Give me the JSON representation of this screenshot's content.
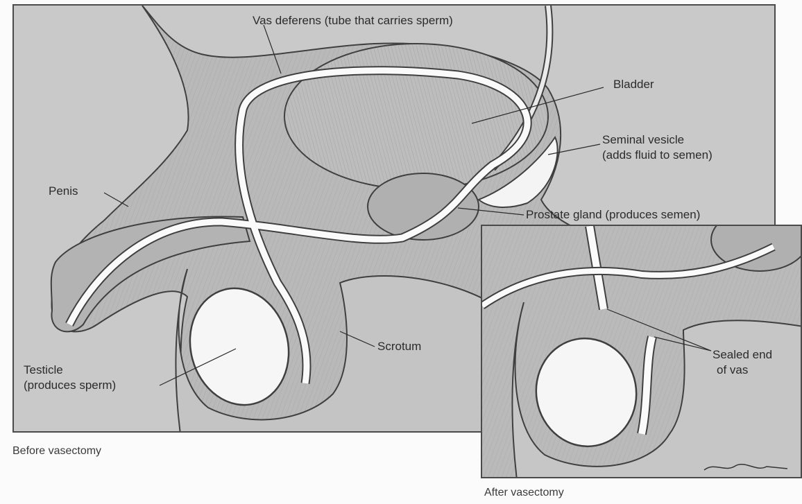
{
  "labels": {
    "vas_deferens": "Vas deferens (tube that carries sperm)",
    "bladder": "Bladder",
    "seminal_vesicle_line1": "Seminal vesicle",
    "seminal_vesicle_line2": "(adds fluid to semen)",
    "penis": "Penis",
    "prostate": "Prostate gland (produces semen)",
    "scrotum": "Scrotum",
    "testicle_line1": "Testicle",
    "testicle_line2": "(produces sperm)",
    "sealed_end_line1": "Sealed end",
    "sealed_end_line2": "of vas"
  },
  "captions": {
    "before": "Before vasectomy",
    "after": "After vasectomy"
  },
  "colors": {
    "panel_bg": "#c9c9c9",
    "tissue": "#b7b7b7",
    "outline": "#3f3f3f",
    "duct": "#fafafa"
  }
}
